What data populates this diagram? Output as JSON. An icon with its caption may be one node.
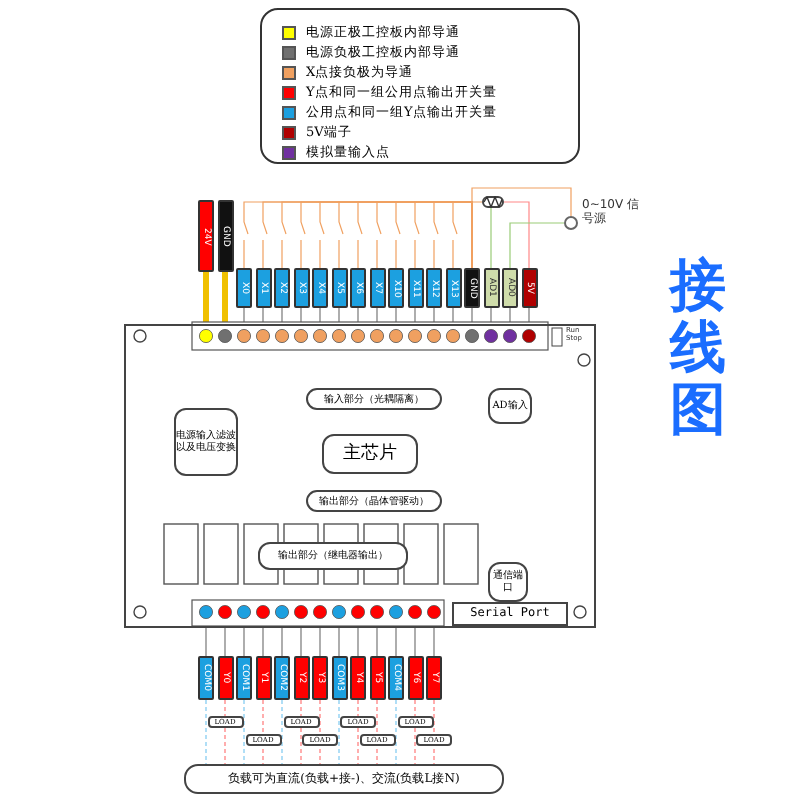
{
  "diagram": {
    "title": "接线图",
    "nodes": [
      {
        "text": [],
        "shape": "box"
      },
      {
        "text": [
          "输入部分（光耦隔离）"
        ],
        "in": 0
      },
      {
        "text": [
          "AD输入"
        ],
        "in": 0
      },
      {
        "text": [
          "电源输入滤波以及电压变换"
        ],
        "in": 0
      },
      {
        "text": [
          "主芯片"
        ],
        "in": 0
      },
      {
        "text": [
          "输出部分（晶体管驱动）"
        ],
        "in": 0
      },
      {
        "text": [
          "输出部分（继电器输出）"
        ],
        "in": 0
      },
      {
        "text": [
          "通信端口"
        ],
        "in": 0
      },
      {
        "text": [
          "Serial Port"
        ],
        "in": 0
      },
      {
        "text": [
          "24V"
        ]
      },
      {
        "text": [
          "GND"
        ]
      },
      {
        "text": [
          "X0"
        ]
      },
      {
        "text": [
          "X1"
        ]
      },
      {
        "text": [
          "X2"
        ]
      },
      {
        "text": [
          "X3"
        ]
      },
      {
        "text": [
          "X4"
        ]
      },
      {
        "text": [
          "X5"
        ]
      },
      {
        "text": [
          "X6"
        ]
      },
      {
        "text": [
          "X7"
        ]
      },
      {
        "text": [
          "X10"
        ]
      },
      {
        "text": [
          "X11"
        ]
      },
      {
        "text": [
          "X12"
        ]
      },
      {
        "text": [
          "X13"
        ]
      },
      {
        "text": [
          "GND"
        ]
      },
      {
        "text": [
          "AD1"
        ]
      },
      {
        "text": [
          "AD0"
        ]
      },
      {
        "text": [
          "5V"
        ]
      },
      {
        "text": [
          "COM0"
        ]
      },
      {
        "text": [
          "Y0"
        ]
      },
      {
        "text": [
          "COM1"
        ]
      },
      {
        "text": [
          "Y1"
        ]
      },
      {
        "text": [
          "COM2"
        ]
      },
      {
        "text": [
          "Y2"
        ]
      },
      {
        "text": [
          "Y3"
        ]
      },
      {
        "text": [
          "COM3"
        ]
      },
      {
        "text": [
          "Y4"
        ]
      },
      {
        "text": [
          "Y5"
        ]
      },
      {
        "text": [
          "COM4"
        ]
      },
      {
        "text": [
          "Y6"
        ]
      },
      {
        "text": [
          "Y7"
        ]
      },
      {
        "text": [
          "LOAD"
        ]
      },
      {
        "text": [
          "LOAD"
        ]
      },
      {
        "text": [
          "LOAD"
        ]
      },
      {
        "text": [
          "LOAD"
        ]
      },
      {
        "text": [
          "LOAD"
        ]
      },
      {
        "text": [
          "LOAD"
        ]
      },
      {
        "text": [
          "LOAD"
        ]
      },
      {
        "text": [
          "LOAD"
        ]
      },
      {
        "text": [
          "负载可为直流(负载+接-)、交流(负载L接N)"
        ]
      },
      {
        "text": [],
        "shape": "resistor"
      },
      {
        "text": [],
        "shape": "circle",
        "beside": [
          "0~10V 信号源"
        ]
      }
    ],
    "edges": [
      {
        "from": 23,
        "to": 11,
        "arrow": "none",
        "color": "#f0a060"
      },
      {
        "from": 23,
        "to": 12,
        "arrow": "none",
        "color": "#f0a060"
      },
      {
        "from": 23,
        "to": 13,
        "arrow": "none",
        "color": "#f0a060"
      },
      {
        "from": 23,
        "to": 14,
        "arrow": "none",
        "color": "#f0a060"
      },
      {
        "from": 23,
        "to": 15,
        "arrow": "none",
        "color": "#f0a060"
      },
      {
        "from": 23,
        "to": 16,
        "arrow": "none",
        "color": "#f0a060"
      },
      {
        "from": 23,
        "to": 17,
        "arrow": "none",
        "color": "#f0a060"
      },
      {
        "from": 23,
        "to": 18,
        "arrow": "none",
        "color": "#f0a060"
      },
      {
        "from": 23,
        "to": 19,
        "arrow": "none",
        "color": "#f0a060"
      },
      {
        "from": 23,
        "to": 20,
        "arrow": "none",
        "color": "#f0a060"
      },
      {
        "from": 23,
        "to": 21,
        "arrow": "none",
        "color": "#f0a060"
      },
      {
        "from": 23,
        "to": 22,
        "arrow": "none",
        "color": "#f0a060"
      },
      {
        "from": 23,
        "to": 49,
        "arrow": "none",
        "color": "#f0a060"
      },
      {
        "from": 24,
        "to": 49,
        "arrow": "none",
        "color": "#99cc77"
      },
      {
        "from": 26,
        "to": 49,
        "arrow": "none",
        "color": "#ff8888"
      },
      {
        "from": 25,
        "to": 50,
        "arrow": "none",
        "color": "#99cc77"
      },
      {
        "from": 23,
        "to": 50,
        "arrow": "none",
        "color": "#f0a060"
      },
      {
        "from": 27,
        "to": 48,
        "arrow": "none",
        "style": "dashed",
        "color": "#7cc8f0"
      },
      {
        "from": 28,
        "to": 48,
        "arrow": "none",
        "style": "dashed",
        "color": "#ff7777"
      },
      {
        "from": 29,
        "to": 48,
        "arrow": "none",
        "style": "dashed",
        "color": "#7cc8f0"
      },
      {
        "from": 30,
        "to": 48,
        "arrow": "none",
        "style": "dashed",
        "color": "#ff7777"
      },
      {
        "from": 31,
        "to": 48,
        "arrow": "none",
        "style": "dashed",
        "color": "#7cc8f0"
      },
      {
        "from": 32,
        "to": 48,
        "arrow": "none",
        "style": "dashed",
        "color": "#ff7777"
      },
      {
        "from": 33,
        "to": 48,
        "arrow": "none",
        "style": "dashed",
        "color": "#ff7777"
      },
      {
        "from": 34,
        "to": 48,
        "arrow": "none",
        "style": "dashed",
        "color": "#7cc8f0"
      },
      {
        "from": 35,
        "to": 48,
        "arrow": "none",
        "style": "dashed",
        "color": "#ff7777"
      },
      {
        "from": 36,
        "to": 48,
        "arrow": "none",
        "style": "dashed",
        "color": "#ff7777"
      },
      {
        "from": 37,
        "to": 48,
        "arrow": "none",
        "style": "dashed",
        "color": "#7cc8f0"
      },
      {
        "from": 38,
        "to": 48,
        "arrow": "none",
        "style": "dashed",
        "color": "#ff7777"
      },
      {
        "from": 39,
        "to": 48,
        "arrow": "none",
        "style": "dashed",
        "color": "#ff7777"
      },
      {
        "from": 9,
        "to": 0,
        "arrow": "none",
        "style": "thick",
        "color": "#f0c000"
      },
      {
        "from": 10,
        "to": 0,
        "arrow": "none",
        "style": "thick",
        "color": "#f0c000"
      },
      {
        "from": 11,
        "to": 0,
        "arrow": "none"
      },
      {
        "from": 12,
        "to": 0,
        "arrow": "none"
      },
      {
        "from": 13,
        "to": 0,
        "arrow": "none"
      },
      {
        "from": 14,
        "to": 0,
        "arrow": "none"
      },
      {
        "from": 15,
        "to": 0,
        "arrow": "none"
      },
      {
        "from": 16,
        "to": 0,
        "arrow": "none"
      },
      {
        "from": 17,
        "to": 0,
        "arrow": "none"
      },
      {
        "from": 18,
        "to": 0,
        "arrow": "none"
      },
      {
        "from": 19,
        "to": 0,
        "arrow": "none"
      },
      {
        "from": 20,
        "to": 0,
        "arrow": "none"
      },
      {
        "from": 21,
        "to": 0,
        "arrow": "none"
      },
      {
        "from": 22,
        "to": 0,
        "arrow": "none"
      },
      {
        "from": 23,
        "to": 0,
        "arrow": "none"
      },
      {
        "from": 24,
        "to": 0,
        "arrow": "none"
      },
      {
        "from": 25,
        "to": 0,
        "arrow": "none"
      },
      {
        "from": 26,
        "to": 0,
        "arrow": "none"
      },
      {
        "from": 27,
        "to": 0,
        "arrow": "none"
      },
      {
        "from": 28,
        "to": 0,
        "arrow": "none"
      },
      {
        "from": 29,
        "to": 0,
        "arrow": "none"
      },
      {
        "from": 30,
        "to": 0,
        "arrow": "none"
      },
      {
        "from": 31,
        "to": 0,
        "arrow": "none"
      },
      {
        "from": 32,
        "to": 0,
        "arrow": "none"
      },
      {
        "from": 33,
        "to": 0,
        "arrow": "none"
      },
      {
        "from": 34,
        "to": 0,
        "arrow": "none"
      },
      {
        "from": 35,
        "to": 0,
        "arrow": "none"
      },
      {
        "from": 36,
        "to": 0,
        "arrow": "none"
      },
      {
        "from": 37,
        "to": 0,
        "arrow": "none"
      },
      {
        "from": 38,
        "to": 0,
        "arrow": "none"
      },
      {
        "from": 39,
        "to": 0,
        "arrow": "none"
      }
    ],
    "labels": [
      "Run Stop"
    ],
    "legend": [
      {
        "text": "电源正极工控板内部导通",
        "color": "#ffff00"
      },
      {
        "text": "电源负极工控板内部导通",
        "color": "#707070"
      },
      {
        "text": "X点接负极为导通",
        "color": "#f0a060"
      },
      {
        "text": "Y点和同一组公用点输出开关量",
        "color": "#ff0000"
      },
      {
        "text": "公用点和同一组Y点输出开关量",
        "color": "#1ca0e0"
      },
      {
        "text": "5V端子",
        "color": "#b00000"
      },
      {
        "text": "模拟量输入点",
        "color": "#7030a0"
      }
    ]
  }
}
